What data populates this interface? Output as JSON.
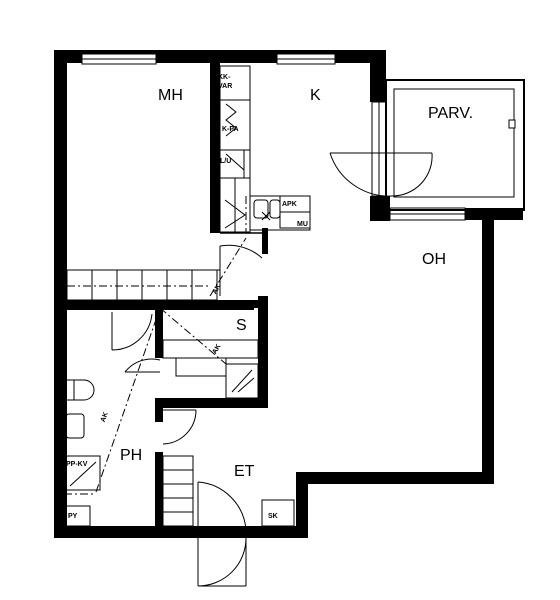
{
  "rooms": {
    "mh": "MH",
    "k": "K",
    "parv": "PARV.",
    "oh": "OH",
    "s": "S",
    "ph": "PH",
    "et": "ET"
  },
  "fixtures": {
    "kk_var_1": "KK-",
    "kk_var_2": "VAR",
    "k_pa": "K-PA",
    "l_u": "L/U",
    "apk": "APK",
    "mu": "MU",
    "ak_1": "AK",
    "ak_2": "AK",
    "ak_3": "AK",
    "pp_kv": "PP-KV",
    "py": "PY",
    "sk": "SK"
  }
}
